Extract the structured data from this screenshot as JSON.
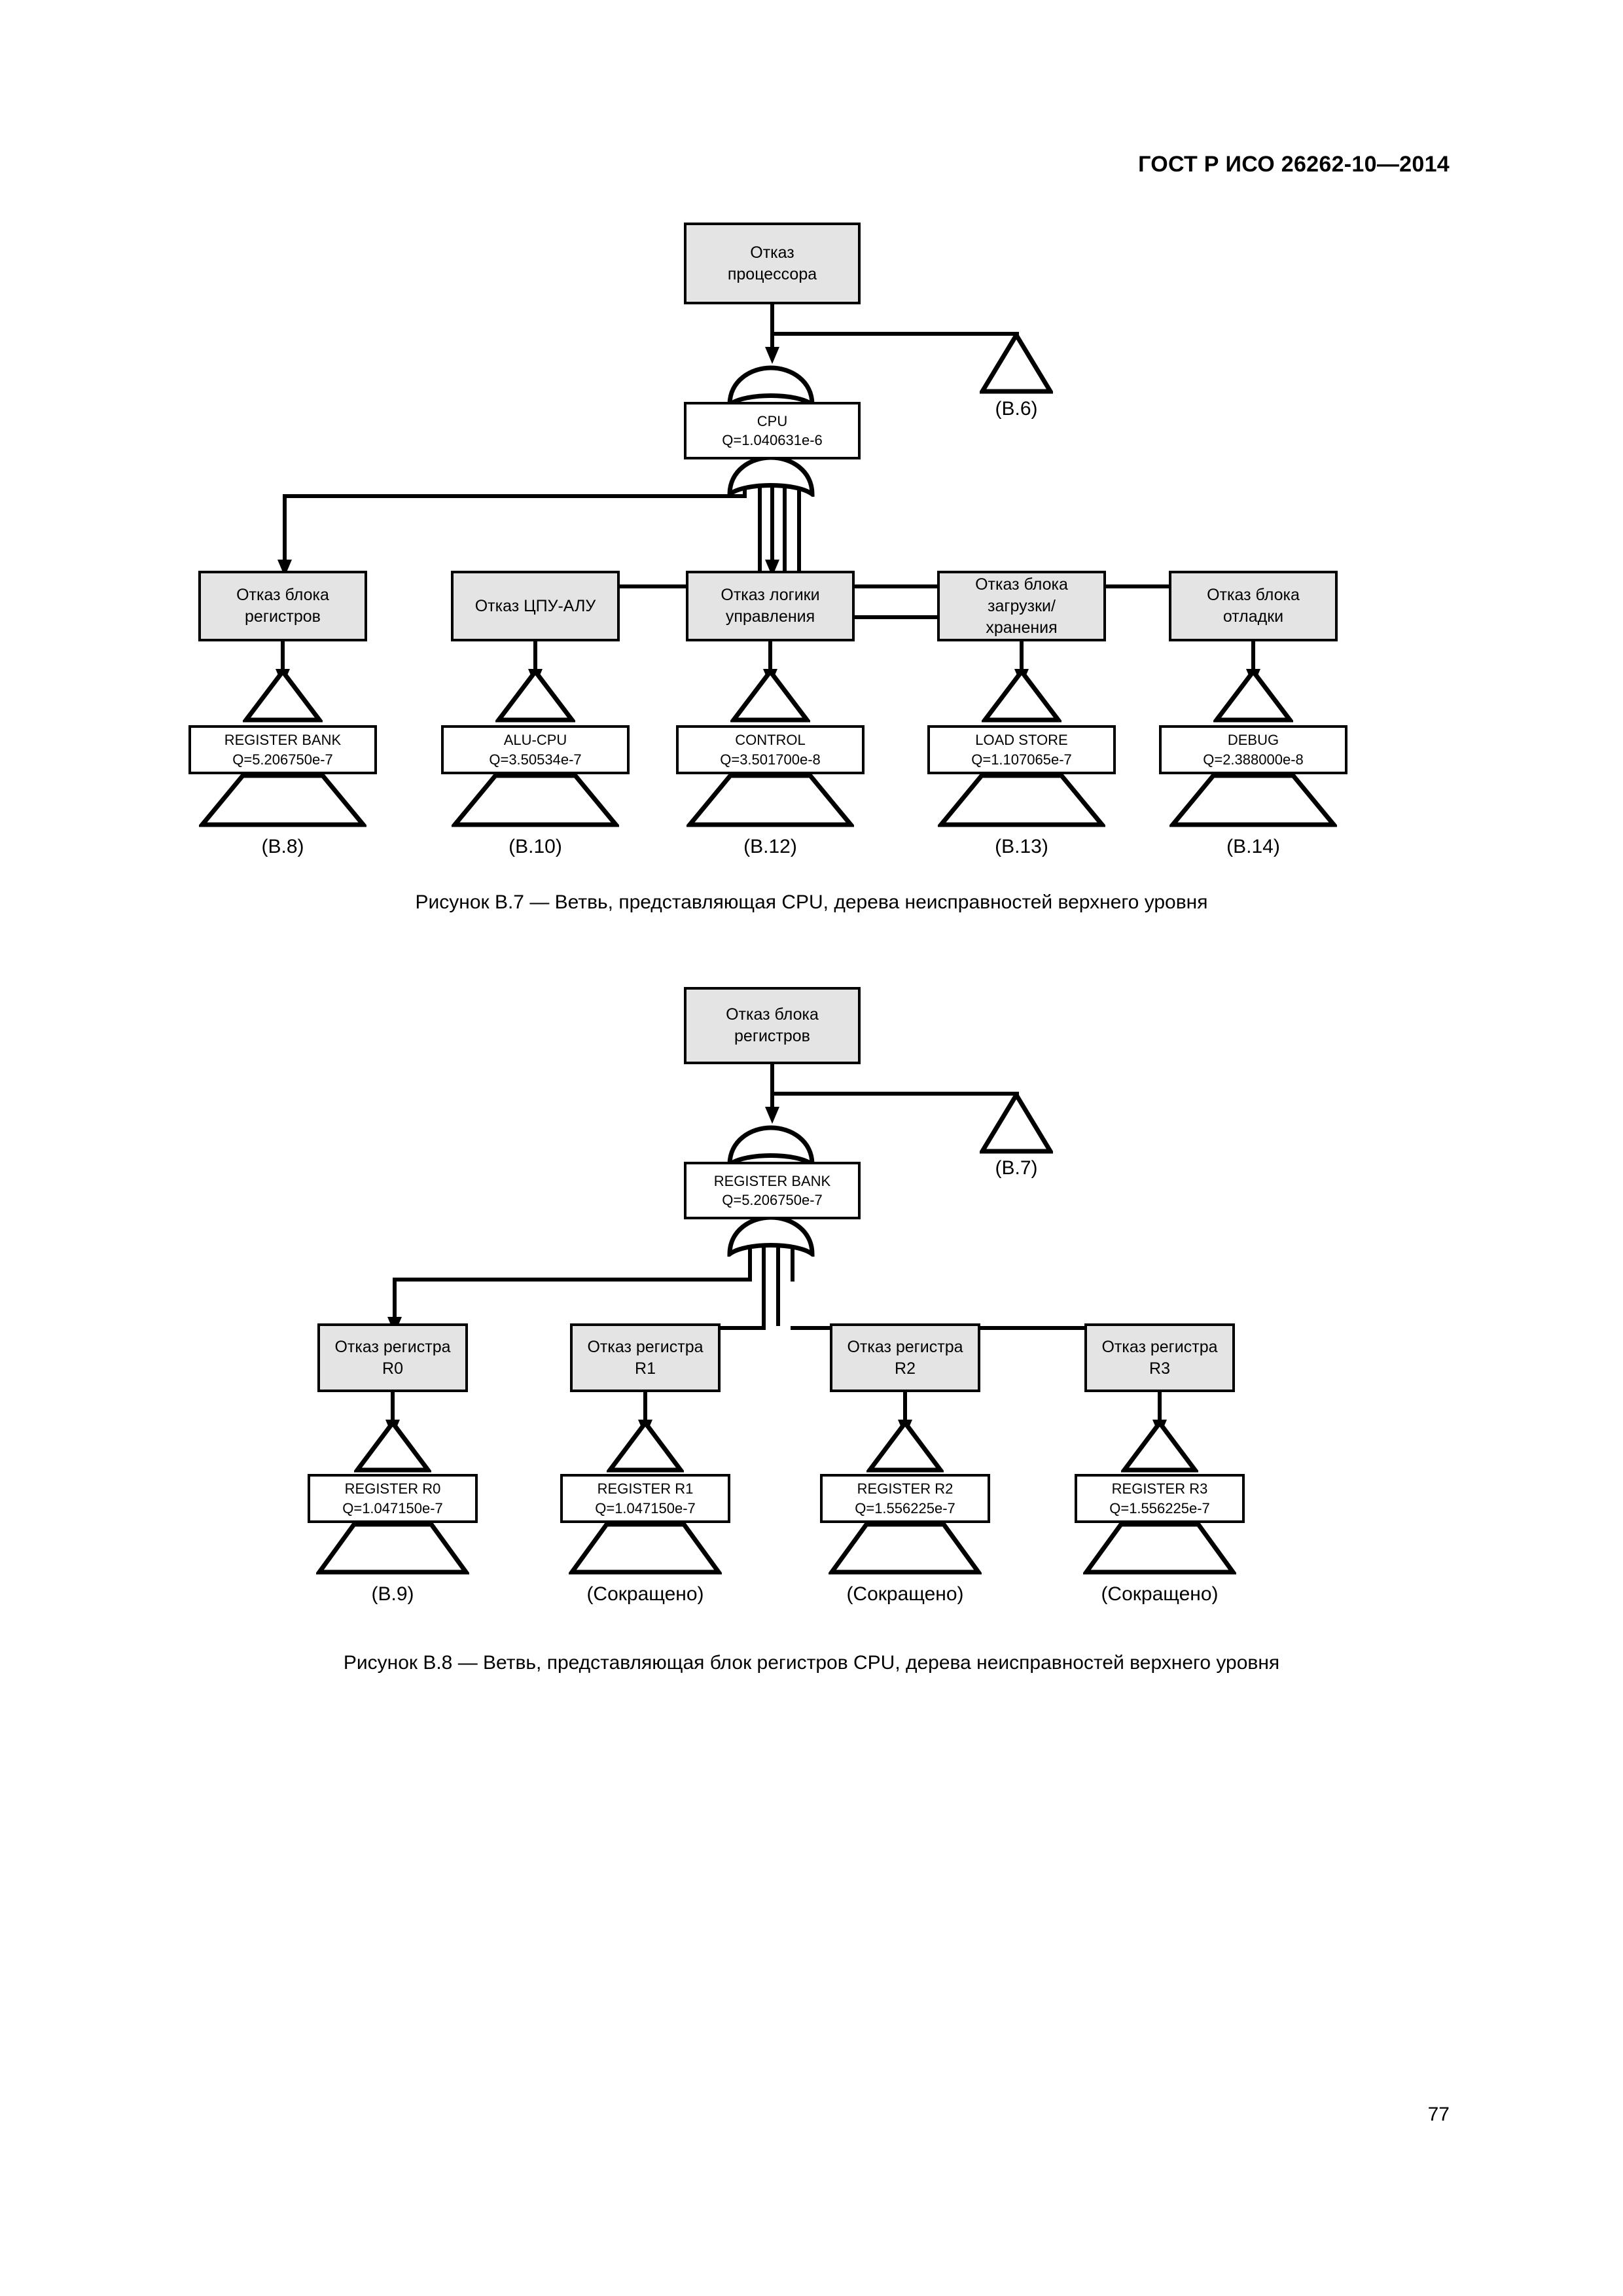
{
  "header": {
    "standard": "ГОСТ Р ИСО 26262-10—2014"
  },
  "page_number": "77",
  "figures": [
    {
      "id": "B.7",
      "caption": "Рисунок В.7 — Ветвь, представляющая CPU, дерева неисправностей верхнего уровня",
      "top_event": {
        "line1": "Отказ",
        "line2": "процессора"
      },
      "gate_event": {
        "line1": "CPU",
        "line2": "Q=1.040631e-6"
      },
      "top_transfer": "(В.6)",
      "branches": [
        {
          "event_line1": "Отказ блока",
          "event_line2": "регистров",
          "basic_line1": "REGISTER BANK",
          "basic_line2": "Q=5.206750e-7",
          "transfer": "(В.8)"
        },
        {
          "event_line1": "Отказ ЦПУ-АЛУ",
          "event_line2": "",
          "basic_line1": "ALU-CPU",
          "basic_line2": "Q=3.50534e-7",
          "transfer": "(В.10)"
        },
        {
          "event_line1": "Отказ логики",
          "event_line2": "управления",
          "basic_line1": "CONTROL",
          "basic_line2": "Q=3.501700e-8",
          "transfer": "(В.12)"
        },
        {
          "event_line1": "Отказ блока",
          "event_line2": "загрузки/",
          "event_line3": "хранения",
          "basic_line1": "LOAD STORE",
          "basic_line2": "Q=1.107065e-7",
          "transfer": "(В.13)"
        },
        {
          "event_line1": "Отказ блока",
          "event_line2": "отладки",
          "basic_line1": "DEBUG",
          "basic_line2": "Q=2.388000e-8",
          "transfer": "(В.14)"
        }
      ]
    },
    {
      "id": "B.8",
      "caption": "Рисунок В.8 — Ветвь, представляющая блок регистров CPU, дерева неисправностей верхнего уровня",
      "top_event": {
        "line1": "Отказ блока",
        "line2": "регистров"
      },
      "gate_event": {
        "line1": "REGISTER BANK",
        "line2": "Q=5.206750e-7"
      },
      "top_transfer": "(В.7)",
      "branches": [
        {
          "event_line1": "Отказ регистра",
          "event_line2": "R0",
          "basic_line1": "REGISTER R0",
          "basic_line2": "Q=1.047150e-7",
          "transfer": "(В.9)"
        },
        {
          "event_line1": "Отказ регистра",
          "event_line2": "R1",
          "basic_line1": "REGISTER R1",
          "basic_line2": "Q=1.047150e-7",
          "transfer": "(Сокращено)"
        },
        {
          "event_line1": "Отказ регистра",
          "event_line2": "R2",
          "basic_line1": "REGISTER R2",
          "basic_line2": "Q=1.556225e-7",
          "transfer": "(Сокращено)"
        },
        {
          "event_line1": "Отказ регистра",
          "event_line2": "R3",
          "basic_line1": "REGISTER R3",
          "basic_line2": "Q=1.556225e-7",
          "transfer": "(Сокращено)"
        }
      ]
    }
  ]
}
